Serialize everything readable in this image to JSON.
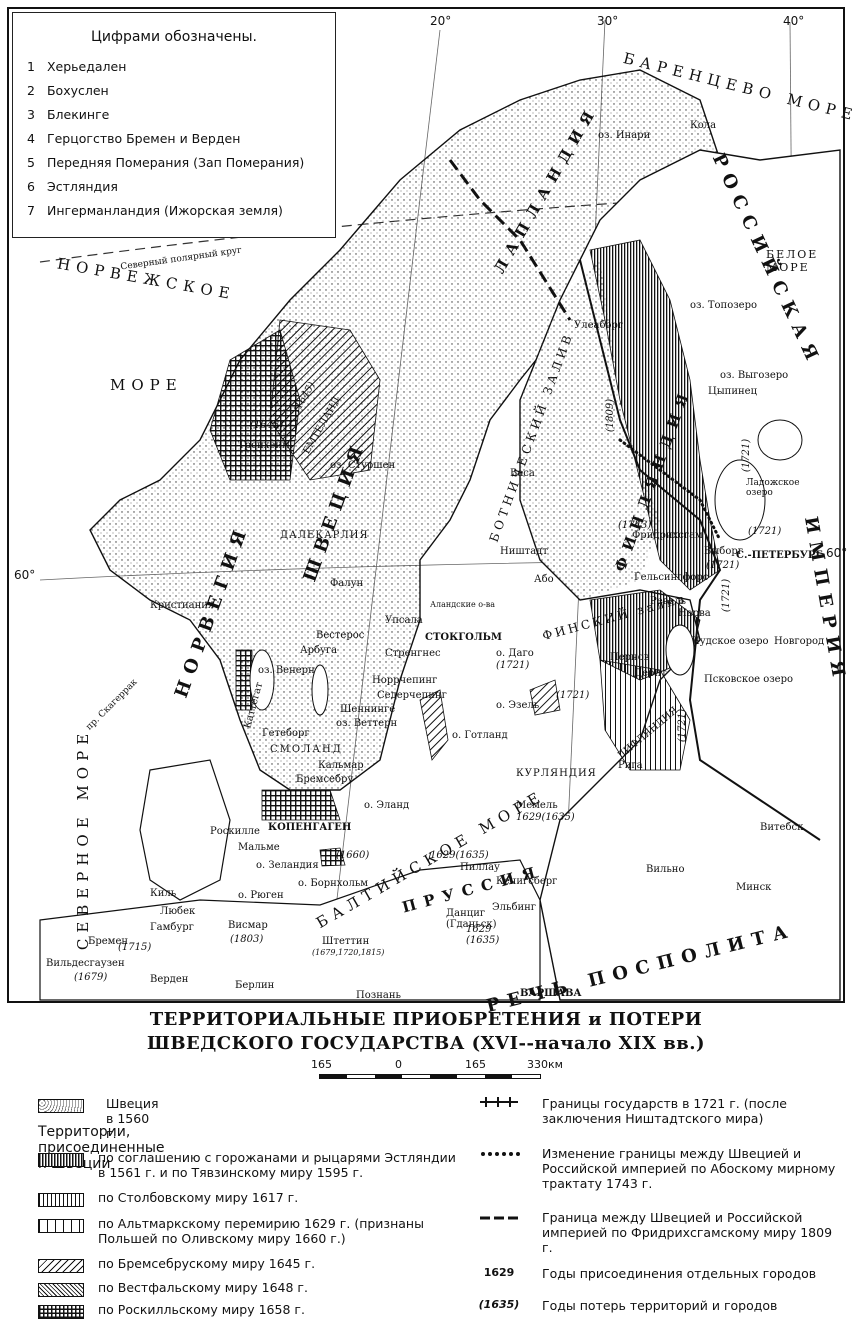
{
  "index_legend": {
    "header": "Цифрами обозначены.",
    "items": [
      {
        "n": "1",
        "label": "Херьедален"
      },
      {
        "n": "2",
        "label": "Бохуслен"
      },
      {
        "n": "3",
        "label": "Блекинге"
      },
      {
        "n": "4",
        "label": "Герцогство Бремен и Верден"
      },
      {
        "n": "5",
        "label": "Передняя Померания (Зап Померания)"
      },
      {
        "n": "6",
        "label": "Эстляндия"
      },
      {
        "n": "7",
        "label": "Ингерманландия (Ижорская земля)"
      }
    ]
  },
  "coords": {
    "lon20": "20°",
    "lon30": "30°",
    "lon40": "40°",
    "lat60_left": "60°",
    "lat60_right": "60°"
  },
  "seas": {
    "barents": "БАРЕНЦЕВО МОРЕ",
    "white": "БЕЛОЕ МОРЕ",
    "norwegian_1": "НОРВЕЖСКОЕ",
    "norwegian_2": "МОРЕ",
    "north": "СЕВЕРНОЕ МОРЕ",
    "baltic": "БАЛТИЙСКОЕ МОРЕ",
    "bothnia": "БОТНИЧЕСКИЙ ЗАЛИВ",
    "finnish": "ФИНСКИЙ залив",
    "riga": "РИЖСКИЙ"
  },
  "countries": {
    "norway": "НОРВЕГИЯ",
    "sweden": "ШВЕЦИЯ",
    "russia_1": "РОССИЙСКАЯ",
    "russia_2": "ИМПЕРИЯ",
    "poland": "РЕЧЬ ПОСПОЛИТА",
    "prussia": "ПРУССИЯ",
    "finland": "ФИНЛЯНДИЯ",
    "lapland": "ЛАПЛАНДИЯ"
  },
  "places": {
    "arctic_circle": "Северный полярный круг",
    "inari": "оз. Инари",
    "kola": "Кола",
    "uleaborg": "Улеаборг",
    "topozero": "оз. Топозеро",
    "vygozero": "оз. Выгозеро",
    "tsipinets": "Цыпинец",
    "vasa": "Васа",
    "nyshtadt": "Ништадт",
    "abo": "Або",
    "helsingfors": "Гельсингфорс",
    "vyborg": "Выборг",
    "fridrihsgam": "Фридрихсгам",
    "ladoga": "Ладожское озеро",
    "petersburg": "С.-ПЕТЕРБУРГ",
    "revel": "Ревель",
    "narva": "Нарва",
    "yamburg": "Ям",
    "chudskoe": "Чудское озеро",
    "pskov_lake": "Псковское озеро",
    "novgorod": "Новгород",
    "derpt": "Дерпт",
    "karpis": "Пернов",
    "riga": "Рига",
    "livonia": "ЛИФЛЯНДИЯ",
    "dago": "о. Даго",
    "ezel": "о. Эзель",
    "gotland": "о. Готланд",
    "oland": "о. Эланд",
    "alandskie": "Аландские о-ва",
    "stockholm": "СТОКГОЛЬМ",
    "uppsala": "Упсала",
    "vesteros": "Вестерос",
    "arbuga": "Арбуга",
    "strenges": "Стренгнес",
    "norrcheping": "Норрчепинг",
    "sedercheping": "Седерчепинг",
    "shenninge": "Шеннинге",
    "vettern": "оз. Веттерн",
    "venern": "оз. Венерн",
    "goteborg": "Гетеборг",
    "smoland": "СМОЛАНД",
    "kalmar": "Кальмар",
    "bremsebru": "Бремсебру",
    "kopenhagen": "КОПЕНГАГЕН",
    "roskilde": "Роскилле",
    "malme": "Мальме",
    "zelandia": "о. Зеландия",
    "bornholm": "о. Борнхольм",
    "rugen": "о. Рюген",
    "kil": "Киль",
    "lubeck": "Любек",
    "gamburg": "Гамбург",
    "vismar": "Висмар",
    "shtettin": "Штеттин",
    "berlin": "Берлин",
    "bremen": "Бремен",
    "verden": "Верден",
    "vildesthausen": "Вильдесгаузен",
    "poznan": "Познань",
    "varshava": "ВАРШАВА",
    "danzig": "Данциг (Гданьск)",
    "elbing": "Эльбинг",
    "pillau": "Пиллау",
    "konigsberg": "Кенигсберг",
    "memel": "Мемель",
    "kurlandia": "КУРЛЯНДИЯ",
    "vilno": "Вильно",
    "minsk": "Минск",
    "vitebsk": "Витебск",
    "dalekarlia": "ДАЛЕКАРЛИЯ",
    "falun": "Фалун",
    "trondheim": "Тронхейм",
    "emteland": "ЕМТЕЛАНД",
    "storshen": "оз. Стуршен",
    "kristiania": "Кристиания",
    "kattegat": "Каттегат",
    "skagerrak": "пр. Скагеррак",
    "wismar_year": "(1803)",
    "stettin_years": "(1679,1720,1815)",
    "memel_years": "1629(1635)",
    "pillau_years": "1629(1635)",
    "elbing_years": "1629 (1635)",
    "bremen_year": "(1715)",
    "vildes_year": "(1679)",
    "bornholm_year": "(1660)",
    "dago_year": "(1721)",
    "ezel_year": "(1721)",
    "viborg_year": "(1721)",
    "ladoga_year": "(1721)",
    "narva_year": "(1721)",
    "livonia_year": "(1721)",
    "kareliya_year": "(1743)",
    "finland_year": "(1809)",
    "ingria_year": "(1721)",
    "emteland_year": "(1645)",
    "herjedalen_year": "(1645)"
  },
  "caption": {
    "line1": "ТЕРРИТОРИАЛЬНЫЕ ПРИОБРЕТЕНИЯ и ПОТЕРИ",
    "line2": "ШВЕДСКОГО ГОСУДАРСТВА (XVI--начало XIX вв.)"
  },
  "scale": {
    "labels": [
      "165",
      "0",
      "165",
      "330км"
    ]
  },
  "legend": {
    "sweden1560": "Швеция в 1560 г.",
    "territories_header": "Территории, присоединенные к Швеции",
    "left_items": [
      {
        "pattern": "p1",
        "text": "по соглашению с горожанами и рыцарями Эстляндии в 1561 г. и по Тявзинскому миру 1595 г."
      },
      {
        "pattern": "p2",
        "text": "по Столбовскому миру 1617 г."
      },
      {
        "pattern": "p3",
        "text": "по Альтмаркскому перемирию 1629 г. (признаны Польшей по Оливскому миру 1660 г.)"
      },
      {
        "pattern": "p4",
        "text": "по Бремсебрускому миру 1645 г."
      },
      {
        "pattern": "p5",
        "text": "по Вестфальскому миру 1648 г."
      },
      {
        "pattern": "p6",
        "text": "по Роскилльскому миру 1658 г."
      }
    ],
    "right_items": [
      {
        "symbol": "border1721",
        "text": "Границы государств в 1721 г. (после заключения Ништадтского мира)"
      },
      {
        "symbol": "dots",
        "text": "Изменение границы между Швецией и Российской империей по Абоскому мирному трактату 1743 г."
      },
      {
        "symbol": "dashes",
        "text": "Граница между Швецией и Российской империей по Фридрихсгамскому миру 1809 г."
      },
      {
        "symbol": "year_text",
        "symbol_text": "1629",
        "text": "Годы присоединения отдельных городов"
      },
      {
        "symbol": "lost_text",
        "symbol_text": "(1635)",
        "text": "Годы потерь территорий и городов"
      }
    ]
  }
}
